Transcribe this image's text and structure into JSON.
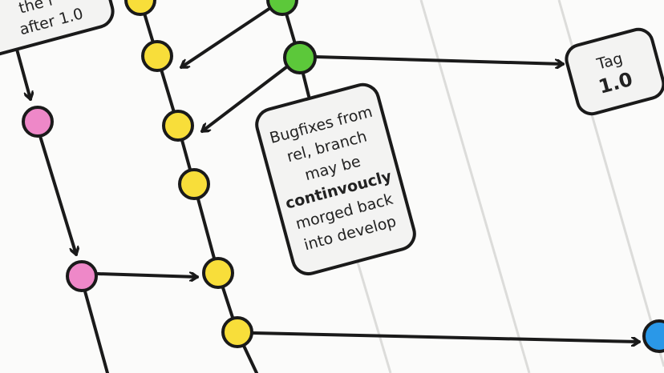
{
  "colors": {
    "release_branch": "#ee88c8",
    "develop_branch": "#f8de3a",
    "green_branch": "#5cc83a",
    "blue_branch": "#2a98e8",
    "grid_line": "#dcdcda",
    "box_fill": "#f3f3f2"
  },
  "top_left_note": {
    "lines": [
      "the r",
      "after 1.0"
    ]
  },
  "bugfix_note": {
    "lines": [
      "Bugfixes from",
      "rel, branch",
      "may be"
    ],
    "bold_line": "continvoucly",
    "lines_after": [
      "morged back",
      "into develop"
    ]
  },
  "tag_box": {
    "label": "Tag",
    "version": "1.0"
  }
}
